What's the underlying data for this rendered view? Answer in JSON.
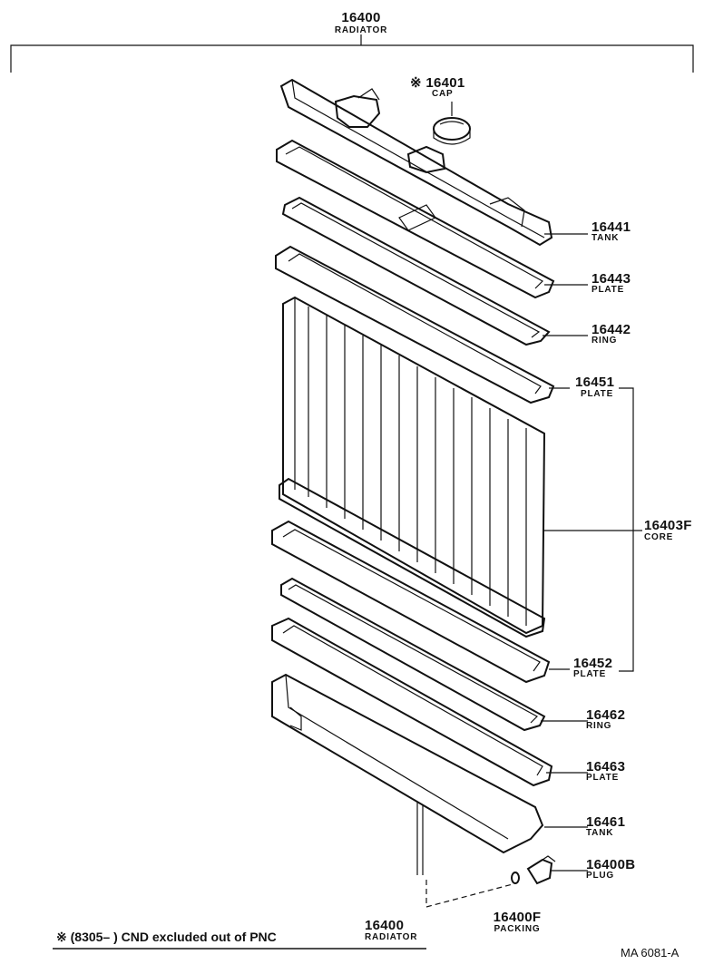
{
  "title": {
    "number": "16400",
    "name": "RADIATOR"
  },
  "parts": [
    {
      "key": "cap",
      "number": "16401",
      "name": "CAP",
      "marker": "※"
    },
    {
      "key": "upper-tank",
      "number": "16441",
      "name": "TANK"
    },
    {
      "key": "upper-plate",
      "number": "16443",
      "name": "PLATE"
    },
    {
      "key": "upper-ring",
      "number": "16442",
      "name": "RING"
    },
    {
      "key": "core-top-plate",
      "number": "16451",
      "name": "PLATE"
    },
    {
      "key": "core",
      "number": "16403F",
      "name": "CORE"
    },
    {
      "key": "core-bottom-plate",
      "number": "16452",
      "name": "PLATE"
    },
    {
      "key": "lower-ring",
      "number": "16462",
      "name": "RING"
    },
    {
      "key": "lower-plate",
      "number": "16463",
      "name": "PLATE"
    },
    {
      "key": "lower-tank",
      "number": "16461",
      "name": "TANK"
    },
    {
      "key": "drain-plug",
      "number": "16400B",
      "name": "PLUG"
    },
    {
      "key": "packing",
      "number": "16400F",
      "name": "PACKING"
    }
  ],
  "footnote": {
    "text": "※ (8305–        ) CND excluded out of PNC",
    "number": "16400",
    "name": "RADIATOR"
  },
  "diagram_code": "MA  6081-A"
}
